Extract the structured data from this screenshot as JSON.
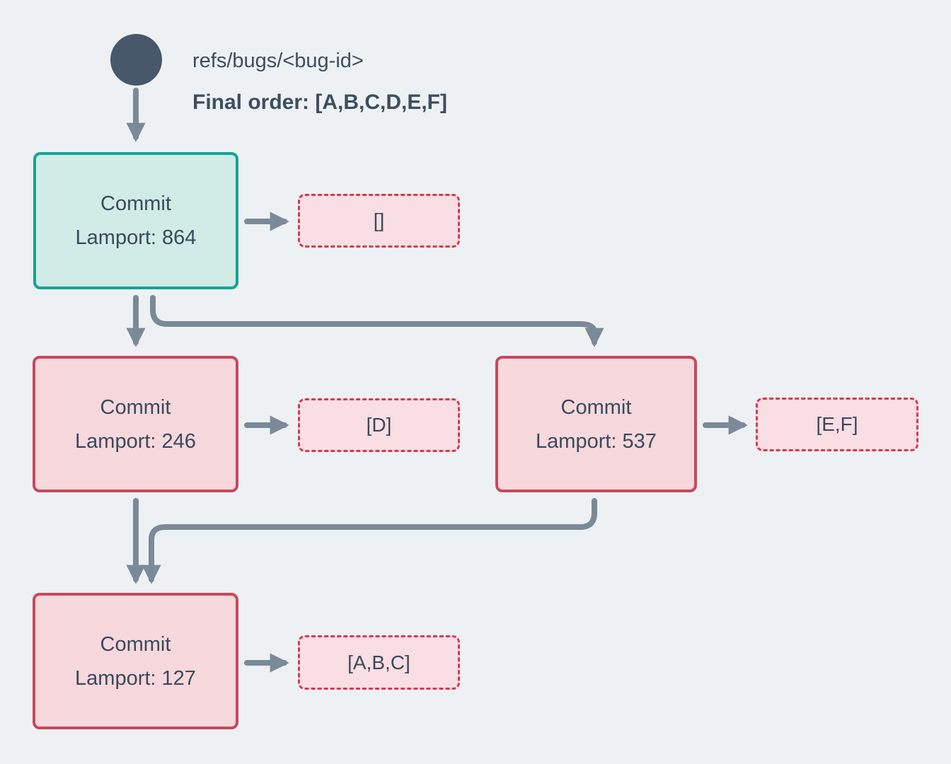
{
  "page": {
    "background_color": "#edf1f4",
    "text_color": "#3a4a5b",
    "arrow_color": "#7b8a98",
    "teal_border_color": "#18a296",
    "teal_fill_color": "#d1ebe6",
    "pink_border_color": "#c9485c",
    "pink_fill_color": "#f6d8dd",
    "dashed_border_color": "#d63a51",
    "dashed_fill_color": "#f9dee3",
    "ref_node_color": "#46586a"
  },
  "header": {
    "ref_label": "refs/bugs/<bug-id>",
    "final_order_label": "Final order: [A,B,C,D,E,F]"
  },
  "nodes": [
    {
      "id": "node-864",
      "title": "Commit",
      "lamport_label": "Lamport: 864",
      "variant": "teal"
    },
    {
      "id": "node-246",
      "title": "Commit",
      "lamport_label": "Lamport: 246",
      "variant": "pink"
    },
    {
      "id": "node-537",
      "title": "Commit",
      "lamport_label": "Lamport: 537",
      "variant": "pink"
    },
    {
      "id": "node-127",
      "title": "Commit",
      "lamport_label": "Lamport: 127",
      "variant": "pink"
    }
  ],
  "results": [
    {
      "id": "result-864",
      "value": "[]"
    },
    {
      "id": "result-246",
      "value": "[D]"
    },
    {
      "id": "result-537",
      "value": "[E,F]"
    },
    {
      "id": "result-127",
      "value": "[A,B,C]"
    }
  ]
}
